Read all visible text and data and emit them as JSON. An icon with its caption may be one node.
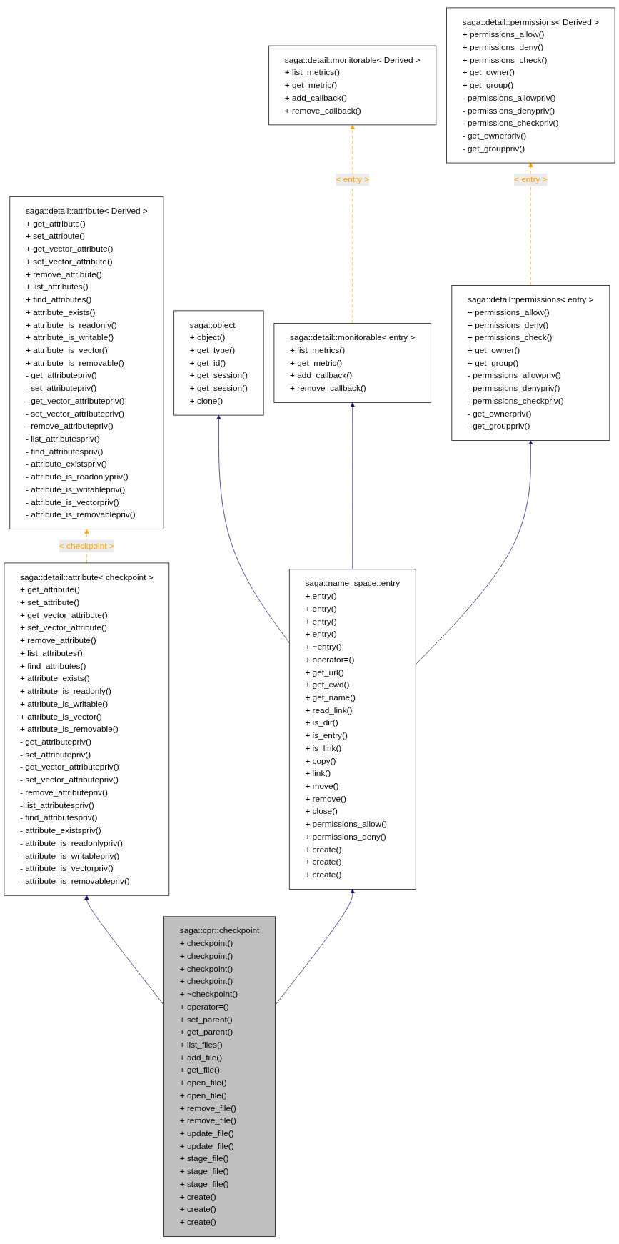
{
  "diagram": {
    "nodes": [
      {
        "text": [
          "saga::detail::permissions< Derived >",
          "+ permissions_allow()",
          "+ permissions_deny()",
          "+ permissions_check()",
          "+ get_owner()",
          "+ get_group()",
          "- permissions_allowpriv()",
          "- permissions_denypriv()",
          "- permissions_checkpriv()",
          "- get_ownerpriv()",
          "- get_grouppriv()"
        ]
      },
      {
        "text": [
          "saga::detail::monitorable< Derived >",
          "+ list_metrics()",
          "+ get_metric()",
          "+ add_callback()",
          "+ remove_callback()"
        ]
      },
      {
        "text": [
          "saga::detail::attribute< Derived >",
          "+ get_attribute()",
          "+ set_attribute()",
          "+ get_vector_attribute()",
          "+ set_vector_attribute()",
          "+ remove_attribute()",
          "+ list_attributes()",
          "+ find_attributes()",
          "+ attribute_exists()",
          "+ attribute_is_readonly()",
          "+ attribute_is_writable()",
          "+ attribute_is_vector()",
          "+ attribute_is_removable()",
          "- get_attributepriv()",
          "- set_attributepriv()",
          "- get_vector_attributepriv()",
          "- set_vector_attributepriv()",
          "- remove_attributepriv()",
          "- list_attributespriv()",
          "- find_attributespriv()",
          "- attribute_existspriv()",
          "- attribute_is_readonlypriv()",
          "- attribute_is_writablepriv()",
          "- attribute_is_vectorpriv()",
          "- attribute_is_removablepriv()"
        ]
      },
      {
        "text": [
          "saga::object",
          "+ object()",
          "+ get_type()",
          "+ get_id()",
          "+ get_session()",
          "+ get_session()",
          "+ clone()"
        ]
      },
      {
        "text": [
          "saga::detail::monitorable< entry >",
          "+ list_metrics()",
          "+ get_metric()",
          "+ add_callback()",
          "+ remove_callback()"
        ]
      },
      {
        "text": [
          "saga::detail::permissions< entry >",
          "+ permissions_allow()",
          "+ permissions_deny()",
          "+ permissions_check()",
          "+ get_owner()",
          "+ get_group()",
          "- permissions_allowpriv()",
          "- permissions_denypriv()",
          "- permissions_checkpriv()",
          "- get_ownerpriv()",
          "- get_grouppriv()"
        ]
      },
      {
        "text": [
          "saga::detail::attribute< checkpoint >",
          "+ get_attribute()",
          "+ set_attribute()",
          "+ get_vector_attribute()",
          "+ set_vector_attribute()",
          "+ remove_attribute()",
          "+ list_attributes()",
          "+ find_attributes()",
          "+ attribute_exists()",
          "+ attribute_is_readonly()",
          "+ attribute_is_writable()",
          "+ attribute_is_vector()",
          "+ attribute_is_removable()",
          "- get_attributepriv()",
          "- set_attributepriv()",
          "- get_vector_attributepriv()",
          "- set_vector_attributepriv()",
          "- remove_attributepriv()",
          "- list_attributespriv()",
          "- find_attributespriv()",
          "- attribute_existspriv()",
          "- attribute_is_readonlypriv()",
          "- attribute_is_writablepriv()",
          "- attribute_is_vectorpriv()",
          "- attribute_is_removablepriv()"
        ]
      },
      {
        "text": [
          "saga::name_space::entry",
          "+ entry()",
          "+ entry()",
          "+ entry()",
          "+ entry()",
          "+ ~entry()",
          "+ operator=()",
          "+ get_url()",
          "+ get_cwd()",
          "+ get_name()",
          "+ read_link()",
          "+ is_dir()",
          "+ is_entry()",
          "+ is_link()",
          "+ copy()",
          "+ link()",
          "+ move()",
          "+ remove()",
          "+ close()",
          "+ permissions_allow()",
          "+ permissions_deny()",
          "+ create()",
          "+ create()",
          "+ create()"
        ]
      },
      {
        "text": [
          "saga::cpr::checkpoint",
          "+ checkpoint()",
          "+ checkpoint()",
          "+ checkpoint()",
          "+ checkpoint()",
          "+ ~checkpoint()",
          "+ operator=()",
          "+ set_parent()",
          "+ get_parent()",
          "+ list_files()",
          "+ add_file()",
          "+ get_file()",
          "+ open_file()",
          "+ open_file()",
          "+ remove_file()",
          "+ remove_file()",
          "+ update_file()",
          "+ update_file()",
          "+ stage_file()",
          "+ stage_file()",
          "+ stage_file()",
          "+ create()",
          "+ create()",
          "+ create()"
        ]
      }
    ],
    "edges": [
      {
        "from": 4,
        "to": 1,
        "arrow": "to",
        "label": "< entry >",
        "style": "dashed",
        "color": "#ffa500"
      },
      {
        "from": 5,
        "to": 0,
        "arrow": "to",
        "label": "< entry >",
        "style": "dashed",
        "color": "#ffa500"
      },
      {
        "from": 6,
        "to": 2,
        "arrow": "to",
        "label": "< checkpoint >",
        "style": "dashed",
        "color": "#ffa500"
      },
      {
        "from": 7,
        "to": 3,
        "arrow": "to"
      },
      {
        "from": 7,
        "to": 4,
        "arrow": "to"
      },
      {
        "from": 7,
        "to": 5,
        "arrow": "to"
      },
      {
        "from": 8,
        "to": 7,
        "arrow": "to"
      },
      {
        "from": 8,
        "to": 6,
        "arrow": "to"
      }
    ]
  }
}
